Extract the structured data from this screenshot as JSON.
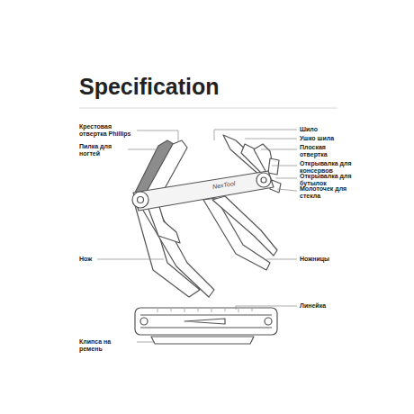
{
  "diagram": {
    "title": "Specification",
    "labels": [
      "Крестовая отвертка Phillips",
      "Пилка для ногтей",
      "Нож",
      "Шило",
      "Ушко шила",
      "Плоская отвертка",
      "Открывалка для консервов",
      "Открывалка для бутылок",
      "Молоточек для стекла",
      "Ножницы",
      "Линейка",
      "Клипса на ремень",
      "NexTool"
    ]
  }
}
